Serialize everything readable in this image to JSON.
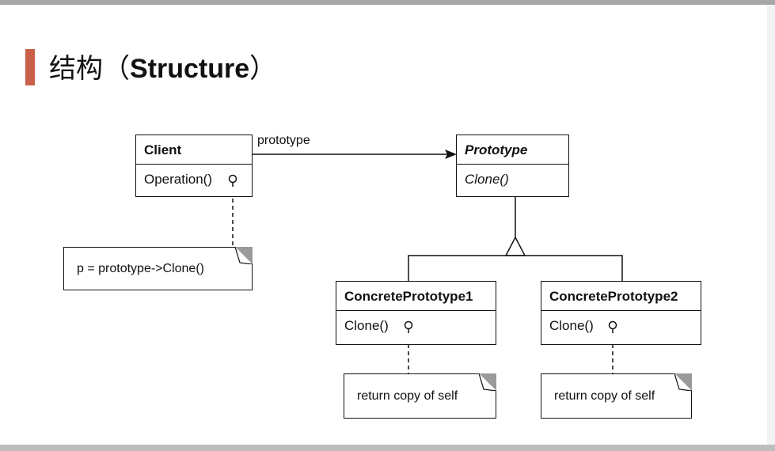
{
  "title": {
    "cn": "结构（",
    "en": "Structure",
    "close": "）"
  },
  "diagram": {
    "client": {
      "name": "Client",
      "operation": "Operation()"
    },
    "prototype": {
      "name": "Prototype",
      "operation": "Clone()"
    },
    "concrete1": {
      "name": "ConcretePrototype1",
      "operation": "Clone()"
    },
    "concrete2": {
      "name": "ConcretePrototype2",
      "operation": "Clone()"
    },
    "association_label": "prototype",
    "notes": {
      "client": "p = prototype->Clone()",
      "concrete1": "return copy of self",
      "concrete2": "return copy of self"
    }
  },
  "colors": {
    "accent": "#c9604a",
    "top_bar": "#a6a6a6",
    "note_fold": "#9a9a9a"
  }
}
